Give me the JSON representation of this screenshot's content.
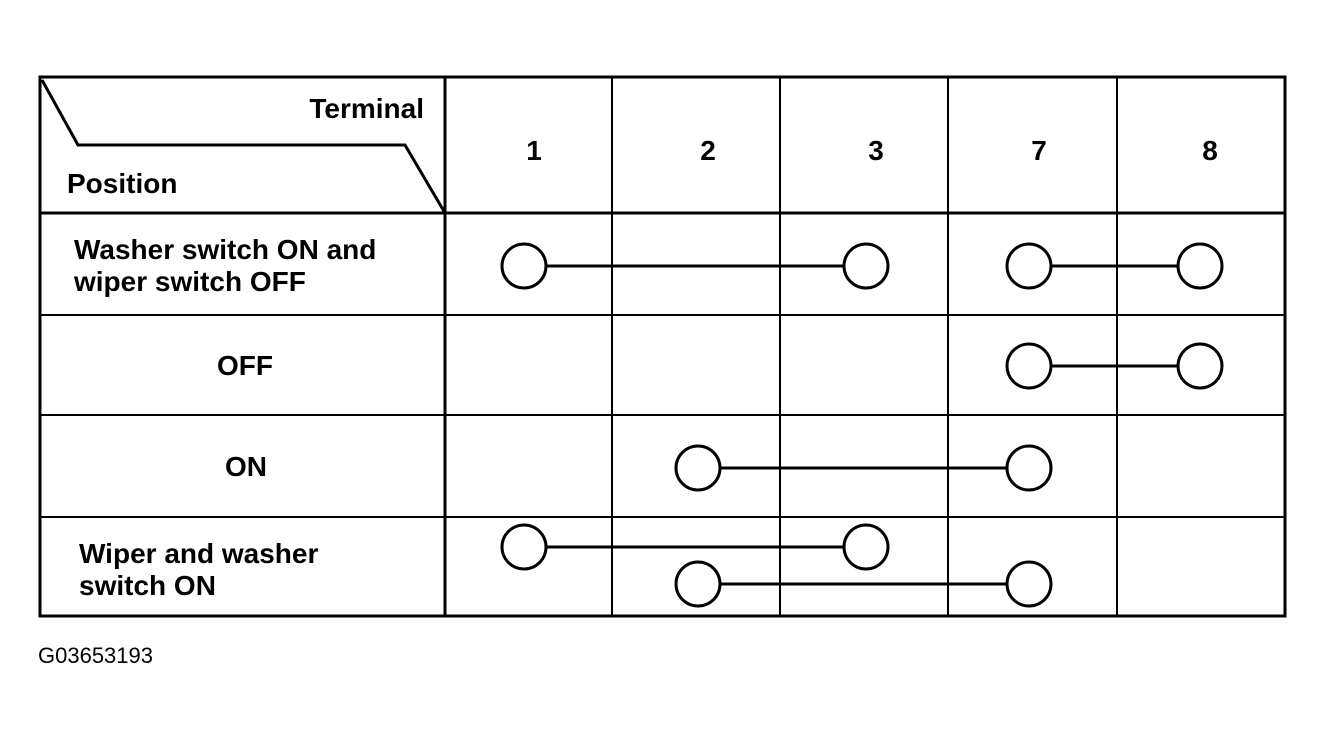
{
  "header": {
    "corner_top": "Terminal",
    "corner_bottom": "Position"
  },
  "terminals": [
    "1",
    "2",
    "3",
    "7",
    "8"
  ],
  "positions": [
    {
      "label_lines": [
        "Washer switch ON and",
        "wiper switch OFF"
      ],
      "connections": [
        [
          "1",
          "3"
        ],
        [
          "7",
          "8"
        ]
      ]
    },
    {
      "label_lines": [
        "OFF"
      ],
      "connections": [
        [
          "7",
          "8"
        ]
      ]
    },
    {
      "label_lines": [
        "ON"
      ],
      "connections": [
        [
          "2",
          "7"
        ]
      ]
    },
    {
      "label_lines": [
        "Wiper and washer",
        "switch ON"
      ],
      "connections": [
        [
          "1",
          "3"
        ],
        [
          "2",
          "7"
        ]
      ]
    }
  ],
  "figure_id": "G03653193",
  "colors": {
    "line": "#000000",
    "background": "#ffffff"
  }
}
